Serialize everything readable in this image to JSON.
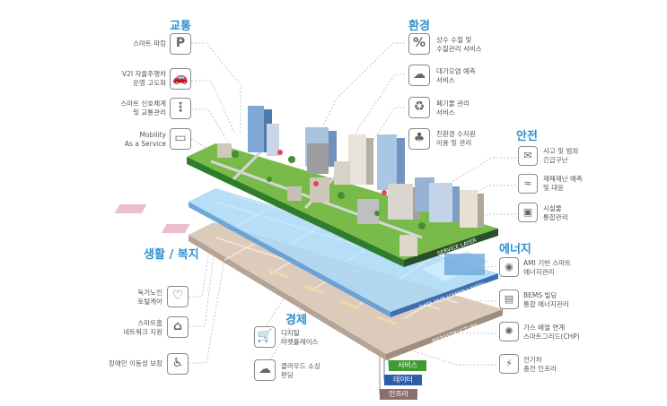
{
  "categories": {
    "transport": "교통",
    "environment": "환경",
    "safety": "안전",
    "energy": "에너지",
    "welfare": "생활 / 복지",
    "economy": "경제"
  },
  "items": {
    "parking": "스마트 파킹",
    "parking_glyph": "P",
    "v2i_1": "V2I 자율주행차",
    "v2i_2": "운영 고도화",
    "signal_1": "스마트 신호체계",
    "signal_2": "및 교통관리",
    "maas_1": "Mobility",
    "maas_2": "As a Service",
    "water_1": "상수 수질 및",
    "water_2": "수질관리 서비스",
    "air_1": "대기오염 예측",
    "air_2": "서비스",
    "waste_1": "폐기물 관리",
    "waste_2": "서비스",
    "eco_1": "친환경 수자원",
    "eco_2": "이용 및 관리",
    "crime_1": "사고 및 범죄",
    "crime_2": "긴급구난",
    "disaster_1": "재해재난 예측",
    "disaster_2": "및 대응",
    "facility_1": "시설물",
    "facility_2": "통합관리",
    "ami_1": "AMI 기반 스마트",
    "ami_2": "에너지관리",
    "bems_1": "BEMS 빌딩",
    "bems_2": "통합 에너지관리",
    "chp_1": "가스 배열 연계",
    "chp_2": "스마트그리드(CHP)",
    "ev_1": "전기차",
    "ev_2": "충전 인프라",
    "elderly_1": "독거노인",
    "elderly_2": "토털케어",
    "home_1": "스마트홈",
    "home_2": "네트워크 지원",
    "disabled_1": "장애인 이동성 보장",
    "market_1": "디지털",
    "market_2": "마켓플레이스",
    "cloud_1": "클라우드 소싱",
    "cloud_2": "펀딩"
  },
  "layers": {
    "service": "SERVICE LAYER",
    "data_hub": "DATA HUB (CYBER LAYER)",
    "infra": "INFRASTRUCTURE"
  },
  "legend": {
    "service": "서비스",
    "data": "데이터",
    "infra": "인프라"
  },
  "colors": {
    "accent": "#2f8fce",
    "service_green": "#3f9a31",
    "data_blue": "#2d5fa8",
    "infra_brown": "#8a6f6d",
    "cyber_glow": "#9fd3f5",
    "infra_tan": "#d9c7b6"
  },
  "icons": {
    "parking": "parking-icon",
    "car": "car-icon",
    "signal": "traffic-signal-icon",
    "maas": "bus-icon",
    "water": "water-quality-icon",
    "air": "cloud-air-icon",
    "waste": "trash-icon",
    "eco": "eco-leaf-icon",
    "crime": "emergency-icon",
    "disaster": "flood-icon",
    "facility": "facility-monitor-icon",
    "ami": "smart-meter-icon",
    "bems": "building-monitor-icon",
    "chp": "grid-bulb-icon",
    "ev": "ev-charger-icon",
    "elderly": "heart-care-icon",
    "home": "smart-home-icon",
    "disabled": "wheelchair-icon",
    "market": "cart-icon",
    "cloud": "cloud-funding-icon"
  }
}
